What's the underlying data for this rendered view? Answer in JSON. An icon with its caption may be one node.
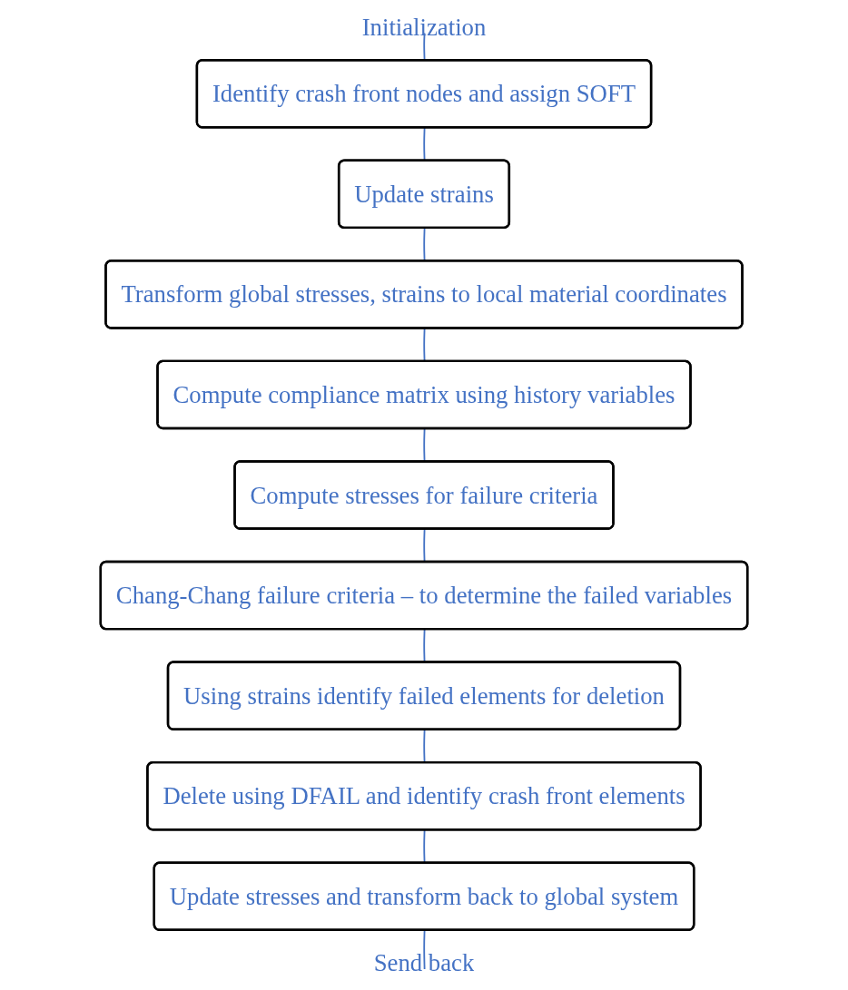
{
  "diagram": {
    "nodes": [
      {
        "text": [
          "Initialization"
        ]
      },
      {
        "text": [
          "Identify crash front nodes and assign SOFT"
        ]
      },
      {
        "text": [
          "Update strains"
        ]
      },
      {
        "text": [
          "Transform global stresses, strains to local material coordinates"
        ]
      },
      {
        "text": [
          "Compute compliance matrix using history variables"
        ]
      },
      {
        "text": [
          "Compute stresses for failure criteria"
        ]
      },
      {
        "text": [
          "Chang-Chang failure criteria – to determine the failed variables"
        ]
      },
      {
        "text": [
          "Using strains identify failed elements for deletion"
        ]
      },
      {
        "text": [
          "Delete using DFAIL and identify crash front elements"
        ]
      },
      {
        "text": [
          "Update stresses and transform back to global system"
        ]
      },
      {
        "text": [
          "Send back"
        ]
      }
    ],
    "edges": [
      {
        "from": 0,
        "to": 1,
        "arrow": "none"
      },
      {
        "from": 1,
        "to": 2,
        "arrow": "none"
      },
      {
        "from": 2,
        "to": 3,
        "arrow": "none"
      },
      {
        "from": 3,
        "to": 4,
        "arrow": "none"
      },
      {
        "from": 4,
        "to": 5,
        "arrow": "none"
      },
      {
        "from": 5,
        "to": 6,
        "arrow": "none"
      },
      {
        "from": 6,
        "to": 7,
        "arrow": "none"
      },
      {
        "from": 7,
        "to": 8,
        "arrow": "none"
      },
      {
        "from": 8,
        "to": 9,
        "arrow": "none"
      },
      {
        "from": 9,
        "to": 10,
        "arrow": "none"
      }
    ]
  }
}
